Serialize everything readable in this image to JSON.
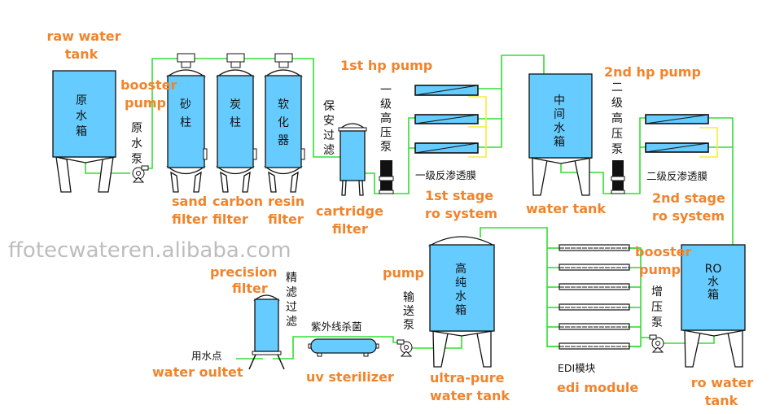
{
  "colors": {
    "label": "#f0842c",
    "tank_fill": "#66ccff",
    "pipe": "#33dd33",
    "permeate": "#f2ee3a"
  },
  "labels": {
    "raw_water_tank": [
      "raw water",
      "tank"
    ],
    "booster_pump_1": [
      "booster",
      "pump"
    ],
    "sand_filter": [
      "sand",
      "filter"
    ],
    "carbon_filter": [
      "carbon",
      "filter"
    ],
    "resin_filter": [
      "resin",
      "filter"
    ],
    "cartridge_filter": [
      "cartridge",
      "filter"
    ],
    "hp_pump_1": "1st hp pump",
    "ro_stage_1": [
      "1st stage",
      "ro system"
    ],
    "water_tank": "water tank",
    "hp_pump_2": "2nd hp pump",
    "ro_stage_2": [
      "2nd stage",
      "ro system"
    ],
    "booster_pump_2": [
      "booster",
      "pump"
    ],
    "ro_water_tank": [
      "ro water",
      "tank"
    ],
    "edi_module": "edi module",
    "ultra_pure_tank": [
      "ultra-pure",
      "water tank"
    ],
    "pump": "pump",
    "uv_sterilizer": "uv sterilizer",
    "precision_filter": [
      "precision",
      "filter"
    ],
    "water_outlet": "water oultet"
  },
  "cn": {
    "raw_tank": [
      "原",
      "水",
      "箱"
    ],
    "raw_pump": [
      "原",
      "水",
      "泵"
    ],
    "sand": [
      "砂",
      "柱"
    ],
    "carbon": [
      "炭",
      "柱"
    ],
    "resin": [
      "软",
      "化",
      "器"
    ],
    "cartridge": [
      "保",
      "安",
      "过",
      "滤"
    ],
    "hp1": [
      "一",
      "级",
      "高",
      "压",
      "泵"
    ],
    "ro1": "一级反渗透膜",
    "mid_tank": [
      "中",
      "间",
      "水",
      "箱"
    ],
    "hp2": [
      "二",
      "级",
      "高",
      "压",
      "泵"
    ],
    "ro2": "二级反渗透膜",
    "ro_tank": [
      "RO",
      "水",
      "箱"
    ],
    "booster2": [
      "增",
      "压",
      "泵"
    ],
    "edi": "EDI模块",
    "pure_tank": [
      "高",
      "纯",
      "水",
      "箱"
    ],
    "transfer_pump": [
      "输",
      "送",
      "泵"
    ],
    "uv": "紫外线杀菌",
    "precision": [
      "精",
      "滤",
      "过",
      "滤"
    ],
    "outlet": "用水点"
  },
  "watermark": "ffotecwateren.alibaba.com"
}
